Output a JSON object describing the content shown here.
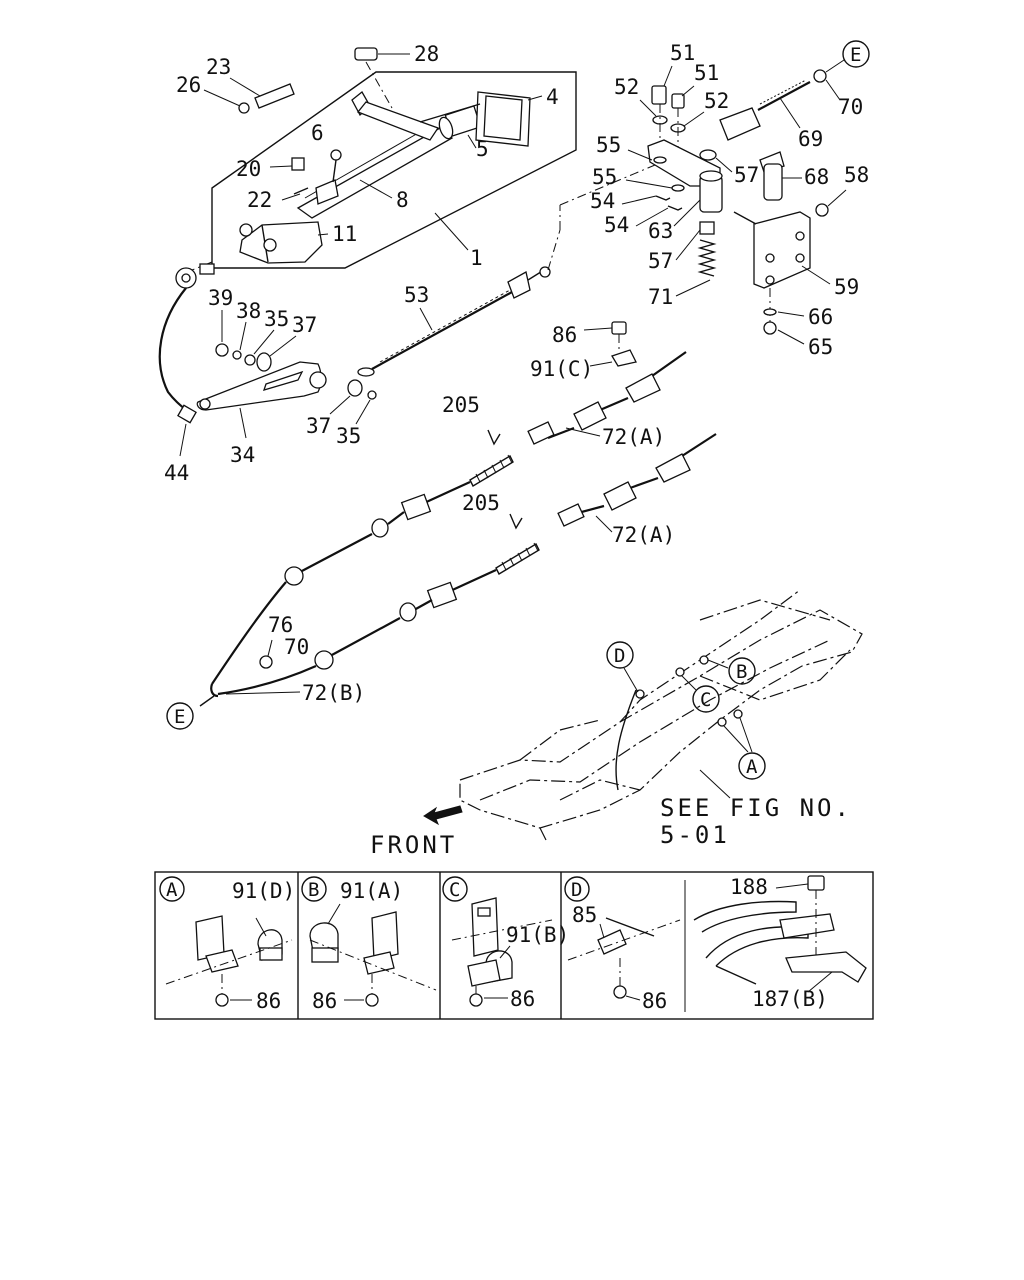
{
  "labels": {
    "p1": "1",
    "p4": "4",
    "p5": "5",
    "p6": "6",
    "p8": "8",
    "p11": "11",
    "p20": "20",
    "p22": "22",
    "p23": "23",
    "p26": "26",
    "p28": "28",
    "p34": "34",
    "p35a": "35",
    "p35b": "35",
    "p37a": "37",
    "p37b": "37",
    "p38": "38",
    "p39": "39",
    "p44": "44",
    "p51a": "51",
    "p51b": "51",
    "p52a": "52",
    "p52b": "52",
    "p53": "53",
    "p54a": "54",
    "p54b": "54",
    "p55a": "55",
    "p55b": "55",
    "p57a": "57",
    "p57b": "57",
    "p58": "58",
    "p59": "59",
    "p63": "63",
    "p65": "65",
    "p66": "66",
    "p68": "68",
    "p69": "69",
    "p70a": "70",
    "p70b": "70",
    "p71": "71",
    "p72a1": "72(A)",
    "p72a2": "72(A)",
    "p72b": "72(B)",
    "p76": "76",
    "p86": "86",
    "p91c": "91(C)",
    "p205a": "205",
    "p205b": "205"
  },
  "callouts": {
    "e_top": "E",
    "e_left": "E",
    "a": "A",
    "b": "B",
    "c": "C",
    "d": "D"
  },
  "notes": {
    "see_fig_line1": "SEE FIG NO.",
    "see_fig_line2": "5-01",
    "front": "FRONT"
  },
  "detail_panels": [
    {
      "id": "A",
      "labels": [
        "91(D)",
        "86"
      ]
    },
    {
      "id": "B",
      "labels": [
        "91(A)",
        "86"
      ]
    },
    {
      "id": "C",
      "labels": [
        "91(B)",
        "86"
      ]
    },
    {
      "id": "D",
      "labels": [
        "85",
        "86",
        "188",
        "187(B)"
      ]
    }
  ]
}
